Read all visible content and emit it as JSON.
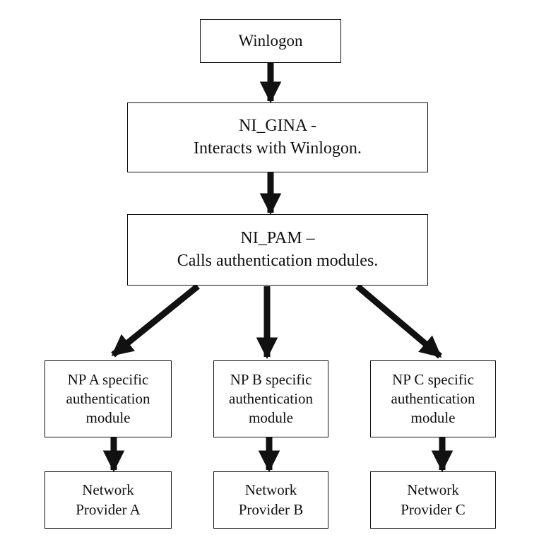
{
  "nodes": {
    "winlogon": {
      "lines": [
        "Winlogon"
      ]
    },
    "ni_gina": {
      "lines": [
        "NI_GINA -",
        "Interacts with Winlogon."
      ]
    },
    "ni_pam": {
      "lines": [
        "NI_PAM –",
        "Calls authentication modules."
      ]
    },
    "np_a_module": {
      "lines": [
        "NP A specific",
        "authentication",
        "module"
      ]
    },
    "np_b_module": {
      "lines": [
        "NP B specific",
        "authentication",
        "module"
      ]
    },
    "np_c_module": {
      "lines": [
        "NP C specific",
        "authentication",
        "module"
      ]
    },
    "provider_a": {
      "lines": [
        "Network",
        "Provider A"
      ]
    },
    "provider_b": {
      "lines": [
        "Network",
        "Provider B"
      ]
    },
    "provider_c": {
      "lines": [
        "Network",
        "Provider C"
      ]
    }
  },
  "edges": [
    {
      "from": "winlogon",
      "to": "ni_gina"
    },
    {
      "from": "ni_gina",
      "to": "ni_pam"
    },
    {
      "from": "ni_pam",
      "to": "np_a_module"
    },
    {
      "from": "ni_pam",
      "to": "np_b_module"
    },
    {
      "from": "ni_pam",
      "to": "np_c_module"
    },
    {
      "from": "np_a_module",
      "to": "provider_a"
    },
    {
      "from": "np_b_module",
      "to": "provider_b"
    },
    {
      "from": "np_c_module",
      "to": "provider_c"
    }
  ]
}
